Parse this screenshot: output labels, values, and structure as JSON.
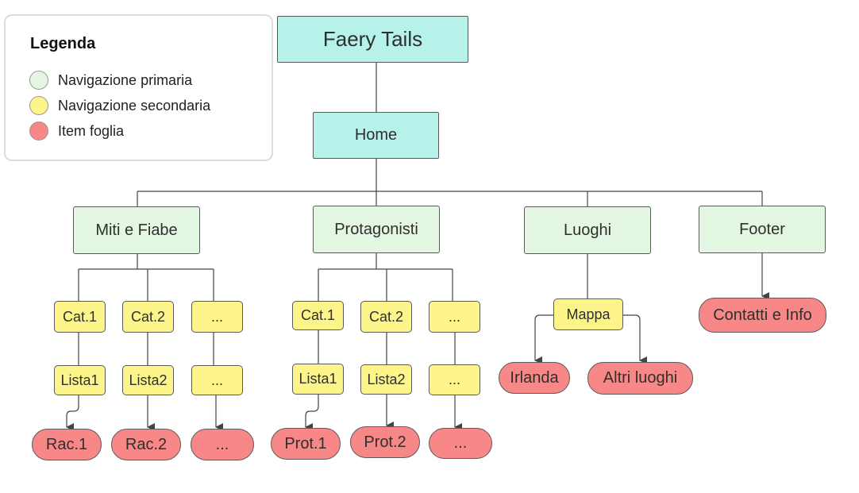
{
  "legend": {
    "title": "Legenda",
    "items": [
      {
        "label": "Navigazione primaria",
        "color": "#e4f7e3"
      },
      {
        "label": "Navigazione secondaria",
        "color": "#fdf48a"
      },
      {
        "label": "Item foglia",
        "color": "#f88787"
      }
    ]
  },
  "colors": {
    "root": "#b6f2e9",
    "primary": "#e4f7e3",
    "secondary": "#fdf48a",
    "leaf": "#f88787",
    "edge": "#444444"
  },
  "tree": {
    "root": "Faery Tails",
    "home": "Home",
    "sections": {
      "miti": {
        "label": "Miti e Fiabe",
        "cat1": "Cat.1",
        "cat2": "Cat.2",
        "cat3": "...",
        "list1": "Lista1",
        "list2": "Lista2",
        "list3": "...",
        "leaf1": "Rac.1",
        "leaf2": "Rac.2",
        "leaf3": "..."
      },
      "protagonisti": {
        "label": "Protagonisti",
        "cat1": "Cat.1",
        "cat2": "Cat.2",
        "cat3": "...",
        "list1": "Lista1",
        "list2": "Lista2",
        "list3": "...",
        "leaf1": "Prot.1",
        "leaf2": "Prot.2",
        "leaf3": "..."
      },
      "luoghi": {
        "label": "Luoghi",
        "mappa": "Mappa",
        "leaf1": "Irlanda",
        "leaf2": "Altri luoghi"
      },
      "footer": {
        "label": "Footer",
        "leaf1": "Contatti e Info"
      }
    }
  }
}
